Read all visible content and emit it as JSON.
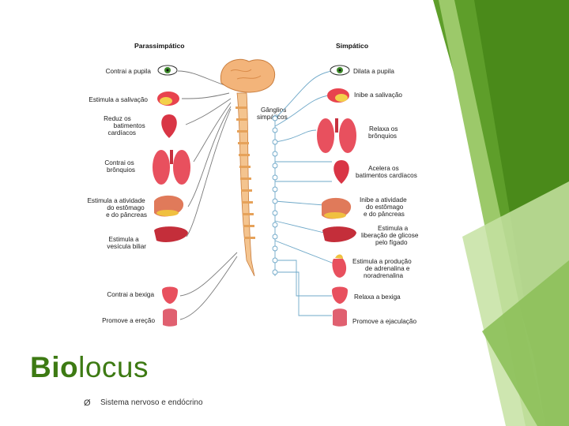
{
  "brand": {
    "part1": "Bio",
    "part2": "locus"
  },
  "bullet": {
    "marker": "Ø",
    "text": "Sistema nervoso e endócrino"
  },
  "diagram": {
    "left_header": "Parassimpático",
    "right_header": "Simpático",
    "center_label": [
      "Gânglios",
      "simpáticos"
    ],
    "left_labels": [
      [
        "Contrai a pupila"
      ],
      [
        "Estimula a salivação"
      ],
      [
        "Reduz os",
        "batimentos",
        "cardíacos"
      ],
      [
        "Contrai os",
        "brônquios"
      ],
      [
        "Estimula a atividade",
        "do estômago",
        "e do pâncreas"
      ],
      [
        "Estimula a",
        "vesícula biliar"
      ],
      [
        "Contrai a bexiga"
      ],
      [
        "Promove a ereção"
      ]
    ],
    "right_labels": [
      [
        "Dilata a pupila"
      ],
      [
        "Inibe a salivação"
      ],
      [
        "Relaxa os",
        "brônquios"
      ],
      [
        "Acelera os",
        "batimentos cardíacos"
      ],
      [
        "Inibe a atividade",
        "do estômago",
        "e do pâncreas"
      ],
      [
        "Estimula a",
        "liberação de glicose",
        "pelo fígado"
      ],
      [
        "Estimula a produção",
        "de adrenalina e",
        "noradrenalina"
      ],
      [
        "Relaxa a bexiga"
      ],
      [
        "Promove a ejaculação"
      ]
    ]
  },
  "colors": {
    "accent_green": "#3d7a13",
    "nerve_blue": "#6fa8c8",
    "organ_red": "#d93545"
  },
  "icons": [
    "eye-icon",
    "salivary-gland-icon",
    "heart-icon",
    "lungs-icon",
    "stomach-icon",
    "liver-icon",
    "adrenal-gland-icon",
    "bladder-icon",
    "genitals-icon",
    "brain-icon",
    "spinal-cord-icon"
  ]
}
